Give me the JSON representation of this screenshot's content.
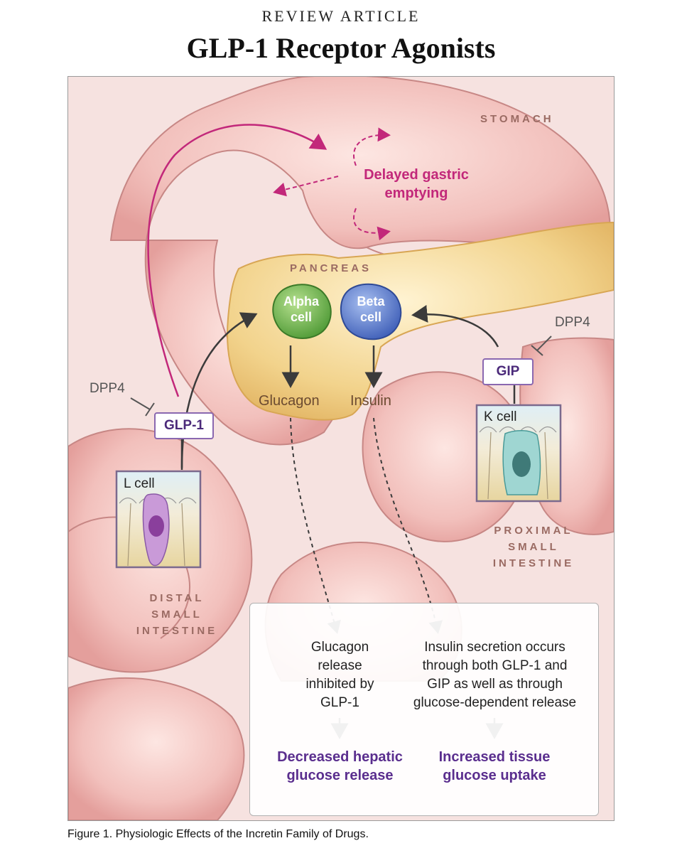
{
  "header": {
    "kicker": "REVIEW ARTICLE",
    "title": "GLP-1 Receptor Agonists"
  },
  "figure": {
    "organs": {
      "stomach": "STOMACH",
      "pancreas": "PANCREAS",
      "distal": [
        "DISTAL",
        "SMALL",
        "INTESTINE"
      ],
      "proximal": [
        "PROXIMAL",
        "SMALL",
        "INTESTINE"
      ]
    },
    "gastric_effect": [
      "Delayed gastric",
      "emptying"
    ],
    "cells": {
      "alpha": [
        "Alpha",
        "cell"
      ],
      "beta": [
        "Beta",
        "cell"
      ],
      "l_cell": "L cell",
      "k_cell": "K cell"
    },
    "hormones": {
      "glp1": "GLP-1",
      "gip": "GIP",
      "glucagon": "Glucagon",
      "insulin": "Insulin"
    },
    "enzymes": {
      "dpp4_left": "DPP4",
      "dpp4_right": "DPP4"
    },
    "effects": {
      "left": [
        "Glucagon",
        "release",
        "inhibited by",
        "GLP-1"
      ],
      "right": [
        "Insulin secretion occurs",
        "through both GLP-1 and",
        "GIP as well as through",
        "glucose-dependent release"
      ]
    },
    "results": {
      "left": [
        "Decreased hepatic",
        "glucose release"
      ],
      "right": [
        "Increased tissue",
        "glucose uptake"
      ]
    }
  },
  "caption": "Figure 1. Physiologic Effects of the Incretin Family of Drugs.",
  "colors": {
    "tissue": "#f2c4c0",
    "pancreas": "#f3d58e",
    "alpha_cell": "#6cae4a",
    "beta_cell": "#4f72c8",
    "magenta": "#c2287a",
    "tag_border": "#8a68b0"
  }
}
